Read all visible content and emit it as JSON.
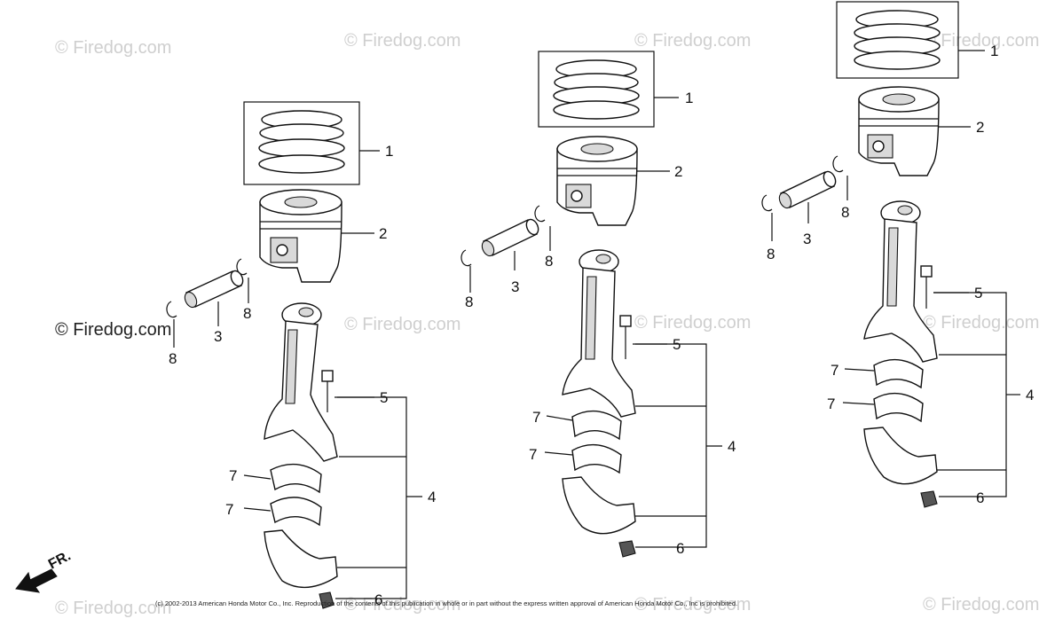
{
  "watermark": "© Firedog.com",
  "copyright": "(c) 2002-2013 American Honda Motor Co., Inc. Reproduction of the contents of this publication in whole or in part without the express written approval of American Honda Motor Co., Inc is prohibited.",
  "front_arrow_label": "FR.",
  "callouts": {
    "piston_rings": "1",
    "piston": "2",
    "piston_pin": "3",
    "rod_assembly": "4",
    "rod_bolt": "5",
    "nut": "6",
    "bearing": "7",
    "clip": "8"
  }
}
